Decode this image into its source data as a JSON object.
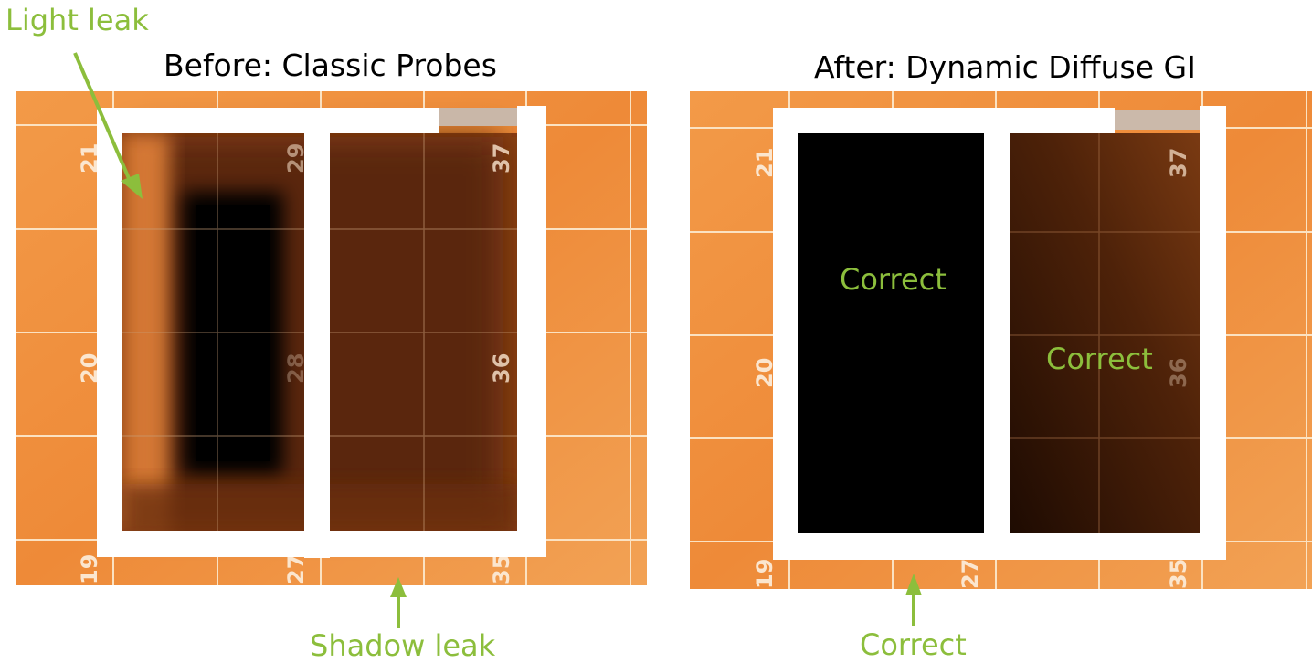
{
  "panels": [
    {
      "title": "Before: Classic Probes",
      "grid_labels": [
        "21",
        "29",
        "37",
        "20",
        "28",
        "36",
        "19",
        "27",
        "35"
      ],
      "callouts": [
        "Light leak",
        "Shadow leak"
      ]
    },
    {
      "title": "After: Dynamic Diffuse GI",
      "grid_labels": [
        "21",
        "37",
        "20",
        "36",
        "19",
        "27",
        "35"
      ],
      "callouts": [
        "Correct",
        "Correct",
        "Correct"
      ]
    }
  ],
  "colors": {
    "floor_orange": "#ee8e3c",
    "grid_line": "#fbe2c2",
    "wall": "#ffffff",
    "callout_green": "#8cbe3c",
    "shadow": "#000000"
  }
}
